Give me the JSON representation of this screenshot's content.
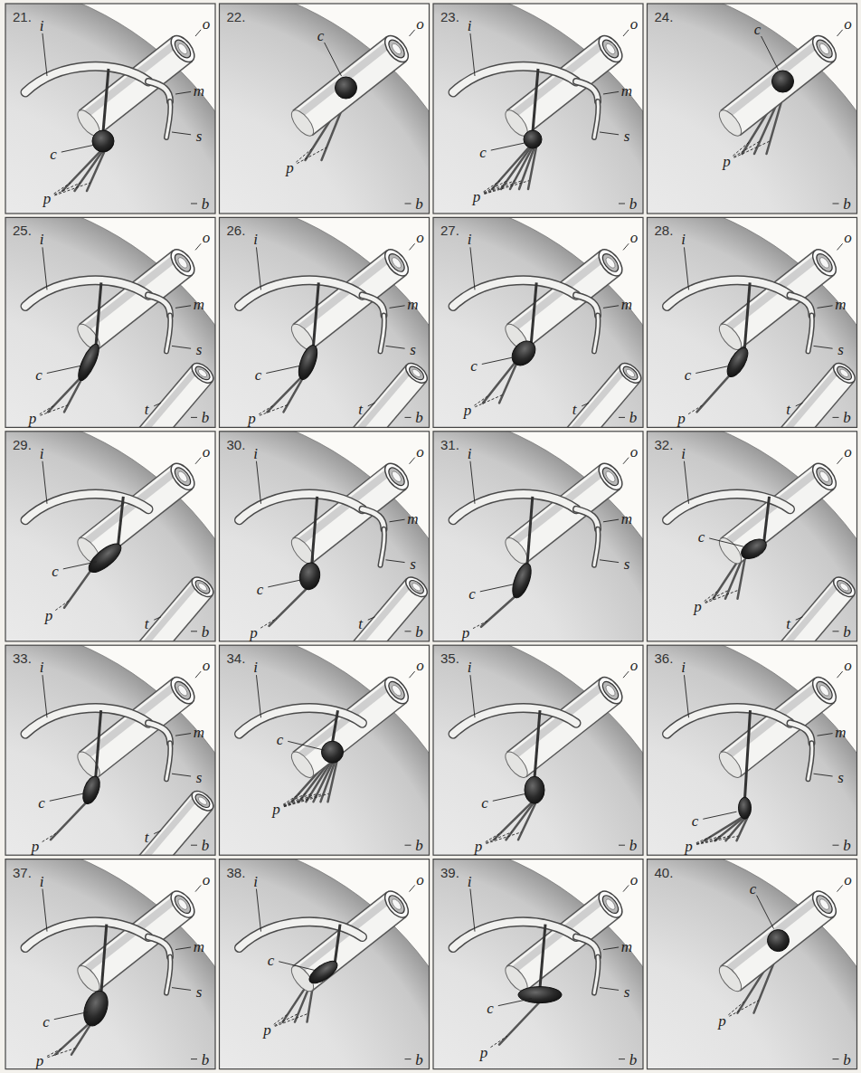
{
  "diagram": {
    "labels": [
      "21.",
      "i",
      "o",
      "m",
      "s",
      "c",
      "p",
      "b",
      "22.",
      "c",
      "o",
      "p",
      "b",
      "23.",
      "i",
      "o",
      "m",
      "c",
      "s",
      "p",
      "b",
      "24.",
      "o",
      "c",
      "p",
      "b",
      "25.",
      "i",
      "m",
      "o",
      "c",
      "s",
      "p",
      "t",
      "b",
      "26.",
      "i",
      "o",
      "m",
      "c",
      "s",
      "p",
      "t",
      "b",
      "27.",
      "i",
      "o",
      "c",
      "m",
      "p",
      "t",
      "b",
      "28.",
      "o",
      "i",
      "m",
      "s",
      "c",
      "p",
      "t",
      "b",
      "29.",
      "i",
      "o",
      "c",
      "p",
      "t",
      "b",
      "30.",
      "i",
      "m",
      "o",
      "c",
      "s",
      "p",
      "t",
      "b",
      "31.",
      "i",
      "o",
      "m",
      "c",
      "s",
      "p",
      "32.",
      "i",
      "o",
      "c",
      "p",
      "t",
      "b",
      "33.",
      "i",
      "o",
      "m",
      "c",
      "s",
      "t",
      "p",
      "b",
      "34.",
      "i",
      "o",
      "c",
      "p",
      "b",
      "35.",
      "o",
      "i",
      "c",
      "p",
      "b",
      "36.",
      "i",
      "o",
      "m",
      "s",
      "c",
      "p",
      "b",
      "37.",
      "i",
      "o",
      "m",
      "c",
      "s",
      "p",
      "b",
      "38.",
      "i",
      "o",
      "c",
      "p",
      "b",
      "39.",
      "i",
      "o",
      "m",
      "s",
      "p",
      "c",
      "b",
      "40.",
      "c",
      "o",
      "p",
      "b"
    ]
  }
}
